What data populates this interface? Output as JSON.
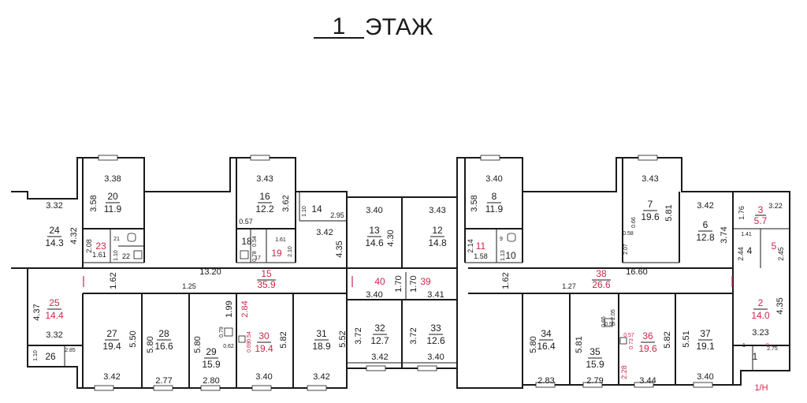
{
  "title": {
    "number": "1",
    "word": "ЭТАЖ"
  },
  "colors": {
    "line": "#1a1a1a",
    "public": "#d0254a"
  },
  "rooms": [
    {
      "id": "1",
      "area": "",
      "public": false
    },
    {
      "id": "2",
      "area": "14.0",
      "public": true
    },
    {
      "id": "3",
      "area": "5.7",
      "public": true
    },
    {
      "id": "4",
      "area": "",
      "public": false
    },
    {
      "id": "5",
      "area": "",
      "public": true
    },
    {
      "id": "6",
      "area": "12.8",
      "public": false
    },
    {
      "id": "7",
      "area": "19.6",
      "public": false
    },
    {
      "id": "8",
      "area": "11.9",
      "public": false
    },
    {
      "id": "9",
      "area": "",
      "public": false
    },
    {
      "id": "10",
      "area": "",
      "public": false
    },
    {
      "id": "11",
      "area": "",
      "public": true
    },
    {
      "id": "12",
      "area": "14.8",
      "public": false
    },
    {
      "id": "13",
      "area": "14.6",
      "public": false
    },
    {
      "id": "14",
      "area": "",
      "public": false
    },
    {
      "id": "15",
      "area": "35.9",
      "public": true
    },
    {
      "id": "16",
      "area": "12.2",
      "public": false
    },
    {
      "id": "17",
      "area": "",
      "public": false
    },
    {
      "id": "18",
      "area": "",
      "public": false
    },
    {
      "id": "19",
      "area": "",
      "public": true
    },
    {
      "id": "20",
      "area": "11.9",
      "public": false
    },
    {
      "id": "21",
      "area": "",
      "public": false
    },
    {
      "id": "22",
      "area": "",
      "public": false
    },
    {
      "id": "23",
      "area": "",
      "public": true
    },
    {
      "id": "24",
      "area": "14.3",
      "public": false
    },
    {
      "id": "25",
      "area": "14.4",
      "public": true
    },
    {
      "id": "26",
      "area": "",
      "public": false
    },
    {
      "id": "27",
      "area": "19.4",
      "public": false
    },
    {
      "id": "28",
      "area": "16.6",
      "public": false
    },
    {
      "id": "29",
      "area": "15.9",
      "public": false
    },
    {
      "id": "30",
      "area": "19.4",
      "public": true
    },
    {
      "id": "31",
      "area": "18.9",
      "public": false
    },
    {
      "id": "32",
      "area": "12.7",
      "public": false
    },
    {
      "id": "33",
      "area": "12.6",
      "public": false
    },
    {
      "id": "34",
      "area": "16.4",
      "public": false
    },
    {
      "id": "35",
      "area": "15.9",
      "public": false
    },
    {
      "id": "36",
      "area": "19.6",
      "public": true
    },
    {
      "id": "37",
      "area": "19.1",
      "public": false
    },
    {
      "id": "38",
      "area": "26.6",
      "public": true
    },
    {
      "id": "39",
      "area": "",
      "public": true
    },
    {
      "id": "40",
      "area": "",
      "public": true
    }
  ],
  "dimensions": [
    "3.38",
    "3.58",
    "3.32",
    "4.32",
    "2.08",
    "1.61",
    "1.10",
    "4.37",
    "3.32",
    "1.10",
    "2.85",
    "3.42",
    "5.50",
    "5.80",
    "2.77",
    "5.80",
    "0.79",
    "0.62",
    "1.99",
    "2.80",
    "2.84",
    "0.54",
    "0.69",
    "5.82",
    "3.40",
    "5.52",
    "3.42",
    "3.43",
    "3.62",
    "0.57",
    "0.54",
    "0.78",
    "1.61",
    "2.10",
    "1.10",
    "2.95",
    "3.42",
    "4.35",
    "13.20",
    "1.62",
    "1.25",
    "3.40",
    "4.30",
    "3.43",
    "1.70",
    "3.40",
    "1.70",
    "3.41",
    "3.72",
    "3.42",
    "3.72",
    "3.40",
    "3.40",
    "3.58",
    "2.14",
    "1.58",
    "1.13",
    "1.62",
    "1.27",
    "16.60",
    "5.80",
    "2.83",
    "5.81",
    "0.65",
    "0.55",
    "2.05",
    "2.79",
    "0.57",
    "0.73",
    "2.28",
    "3.44",
    "5.82",
    "5.51",
    "3.40",
    "3.43",
    "0.66",
    "0.58",
    "2.07",
    "5.81",
    "3.42",
    "3.74",
    "1.76",
    "3.22",
    "1.41",
    "2.44",
    "2.45",
    "4.35",
    "3.23",
    "2.75"
  ],
  "extra_labels": {
    "entrance": "1/Н",
    "sep_a": "1",
    "sep_b": "8"
  }
}
